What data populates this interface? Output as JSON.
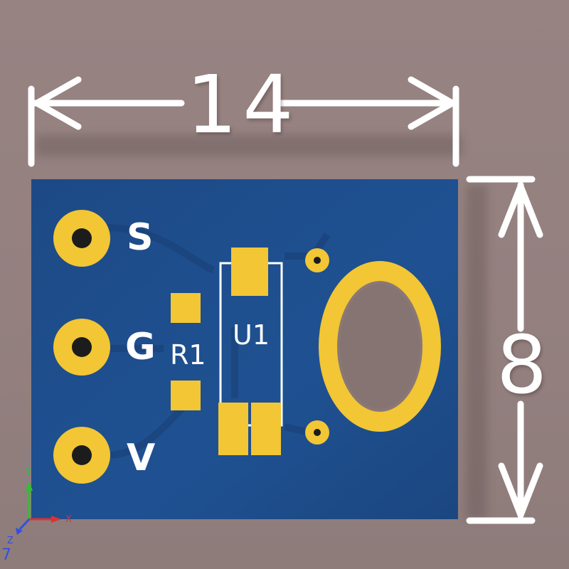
{
  "view": {
    "background": "#968382",
    "board_color": "#1e4f8c",
    "copper_color": "#f2c634",
    "silkscreen_color": "#ffffff",
    "drill_color": "#1c1c1c"
  },
  "dimensions": {
    "width_label": "14",
    "height_label": "8"
  },
  "pins": [
    {
      "label": "S"
    },
    {
      "label": "G"
    },
    {
      "label": "V"
    }
  ],
  "components": {
    "resistor_ref": "R1",
    "chip_ref": "U1"
  },
  "axes": {
    "x_label": "X",
    "y_label": "Y",
    "z_label": "Z",
    "x_color": "#e03030",
    "y_color": "#30c030",
    "z_color": "#3050e0",
    "corner_glyph": "7"
  }
}
